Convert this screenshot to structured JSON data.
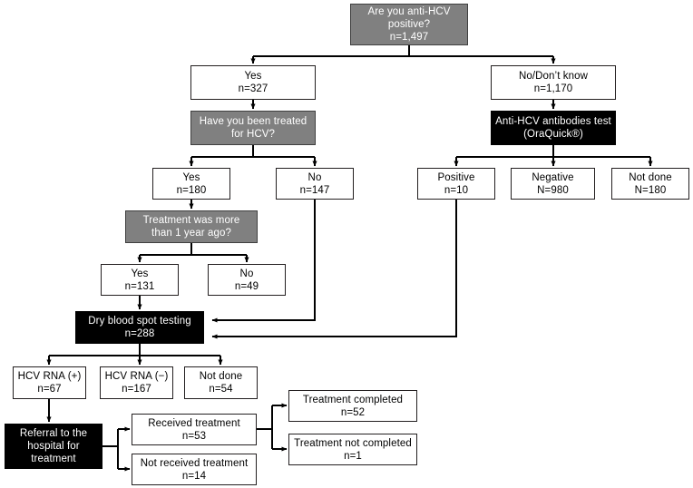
{
  "figure": {
    "type": "flowchart",
    "title": "HCV screening and treatment cascade flow diagram",
    "palette": {
      "question_box": "#808080",
      "test_box": "#000000",
      "answer_box": "#ffffff",
      "line": "#000000",
      "question_text": "#ffffff",
      "answer_text": "#000000"
    }
  },
  "nodes": {
    "q_anti_hcv": {
      "l1": "Are you anti-HCV",
      "l2": "positive?",
      "l3": "n=1,497"
    },
    "a_yes_327": {
      "l1": "Yes",
      "l2": "n=327"
    },
    "a_no_dont_know": {
      "l1": "No/Don’t know",
      "l2": "n=1,170"
    },
    "q_been_treated": {
      "l1": "Have you been treated",
      "l2": "for HCV?"
    },
    "t_antibodies": {
      "l1": "Anti-HCV antibodies test",
      "l2": "(OraQuick®)"
    },
    "a_yes_180": {
      "l1": "Yes",
      "l2": "n=180"
    },
    "a_no_147": {
      "l1": "No",
      "l2": "n=147"
    },
    "a_positive_10": {
      "l1": "Positive",
      "l2": "n=10"
    },
    "a_negative_980": {
      "l1": "Negative",
      "l2": "N=980"
    },
    "a_notdone_180": {
      "l1": "Not done",
      "l2": "N=180"
    },
    "q_more_than_year": {
      "l1": "Treatment was more",
      "l2": "than 1 year ago?"
    },
    "a_yes_131": {
      "l1": "Yes",
      "l2": "n=131"
    },
    "a_no_49": {
      "l1": "No",
      "l2": "n=49"
    },
    "t_dbs": {
      "l1": "Dry blood spot testing",
      "l2": "n=288"
    },
    "a_rna_pos": {
      "l1": "HCV RNA (+)",
      "l2": "n=67"
    },
    "a_rna_neg": {
      "l1": "HCV RNA (−)",
      "l2": "n=167"
    },
    "a_rna_notdone": {
      "l1": "Not done",
      "l2": "n=54"
    },
    "t_referral": {
      "l1": "Referral to the",
      "l2": "hospital for",
      "l3": "treatment"
    },
    "a_received": {
      "l1": "Received treatment",
      "l2": "n=53"
    },
    "a_not_received": {
      "l1": "Not received treatment",
      "l2": "n=14"
    },
    "a_completed": {
      "l1": "Treatment completed",
      "l2": "n=52"
    },
    "a_not_completed": {
      "l1": "Treatment not completed",
      "l2": "n=1"
    }
  }
}
